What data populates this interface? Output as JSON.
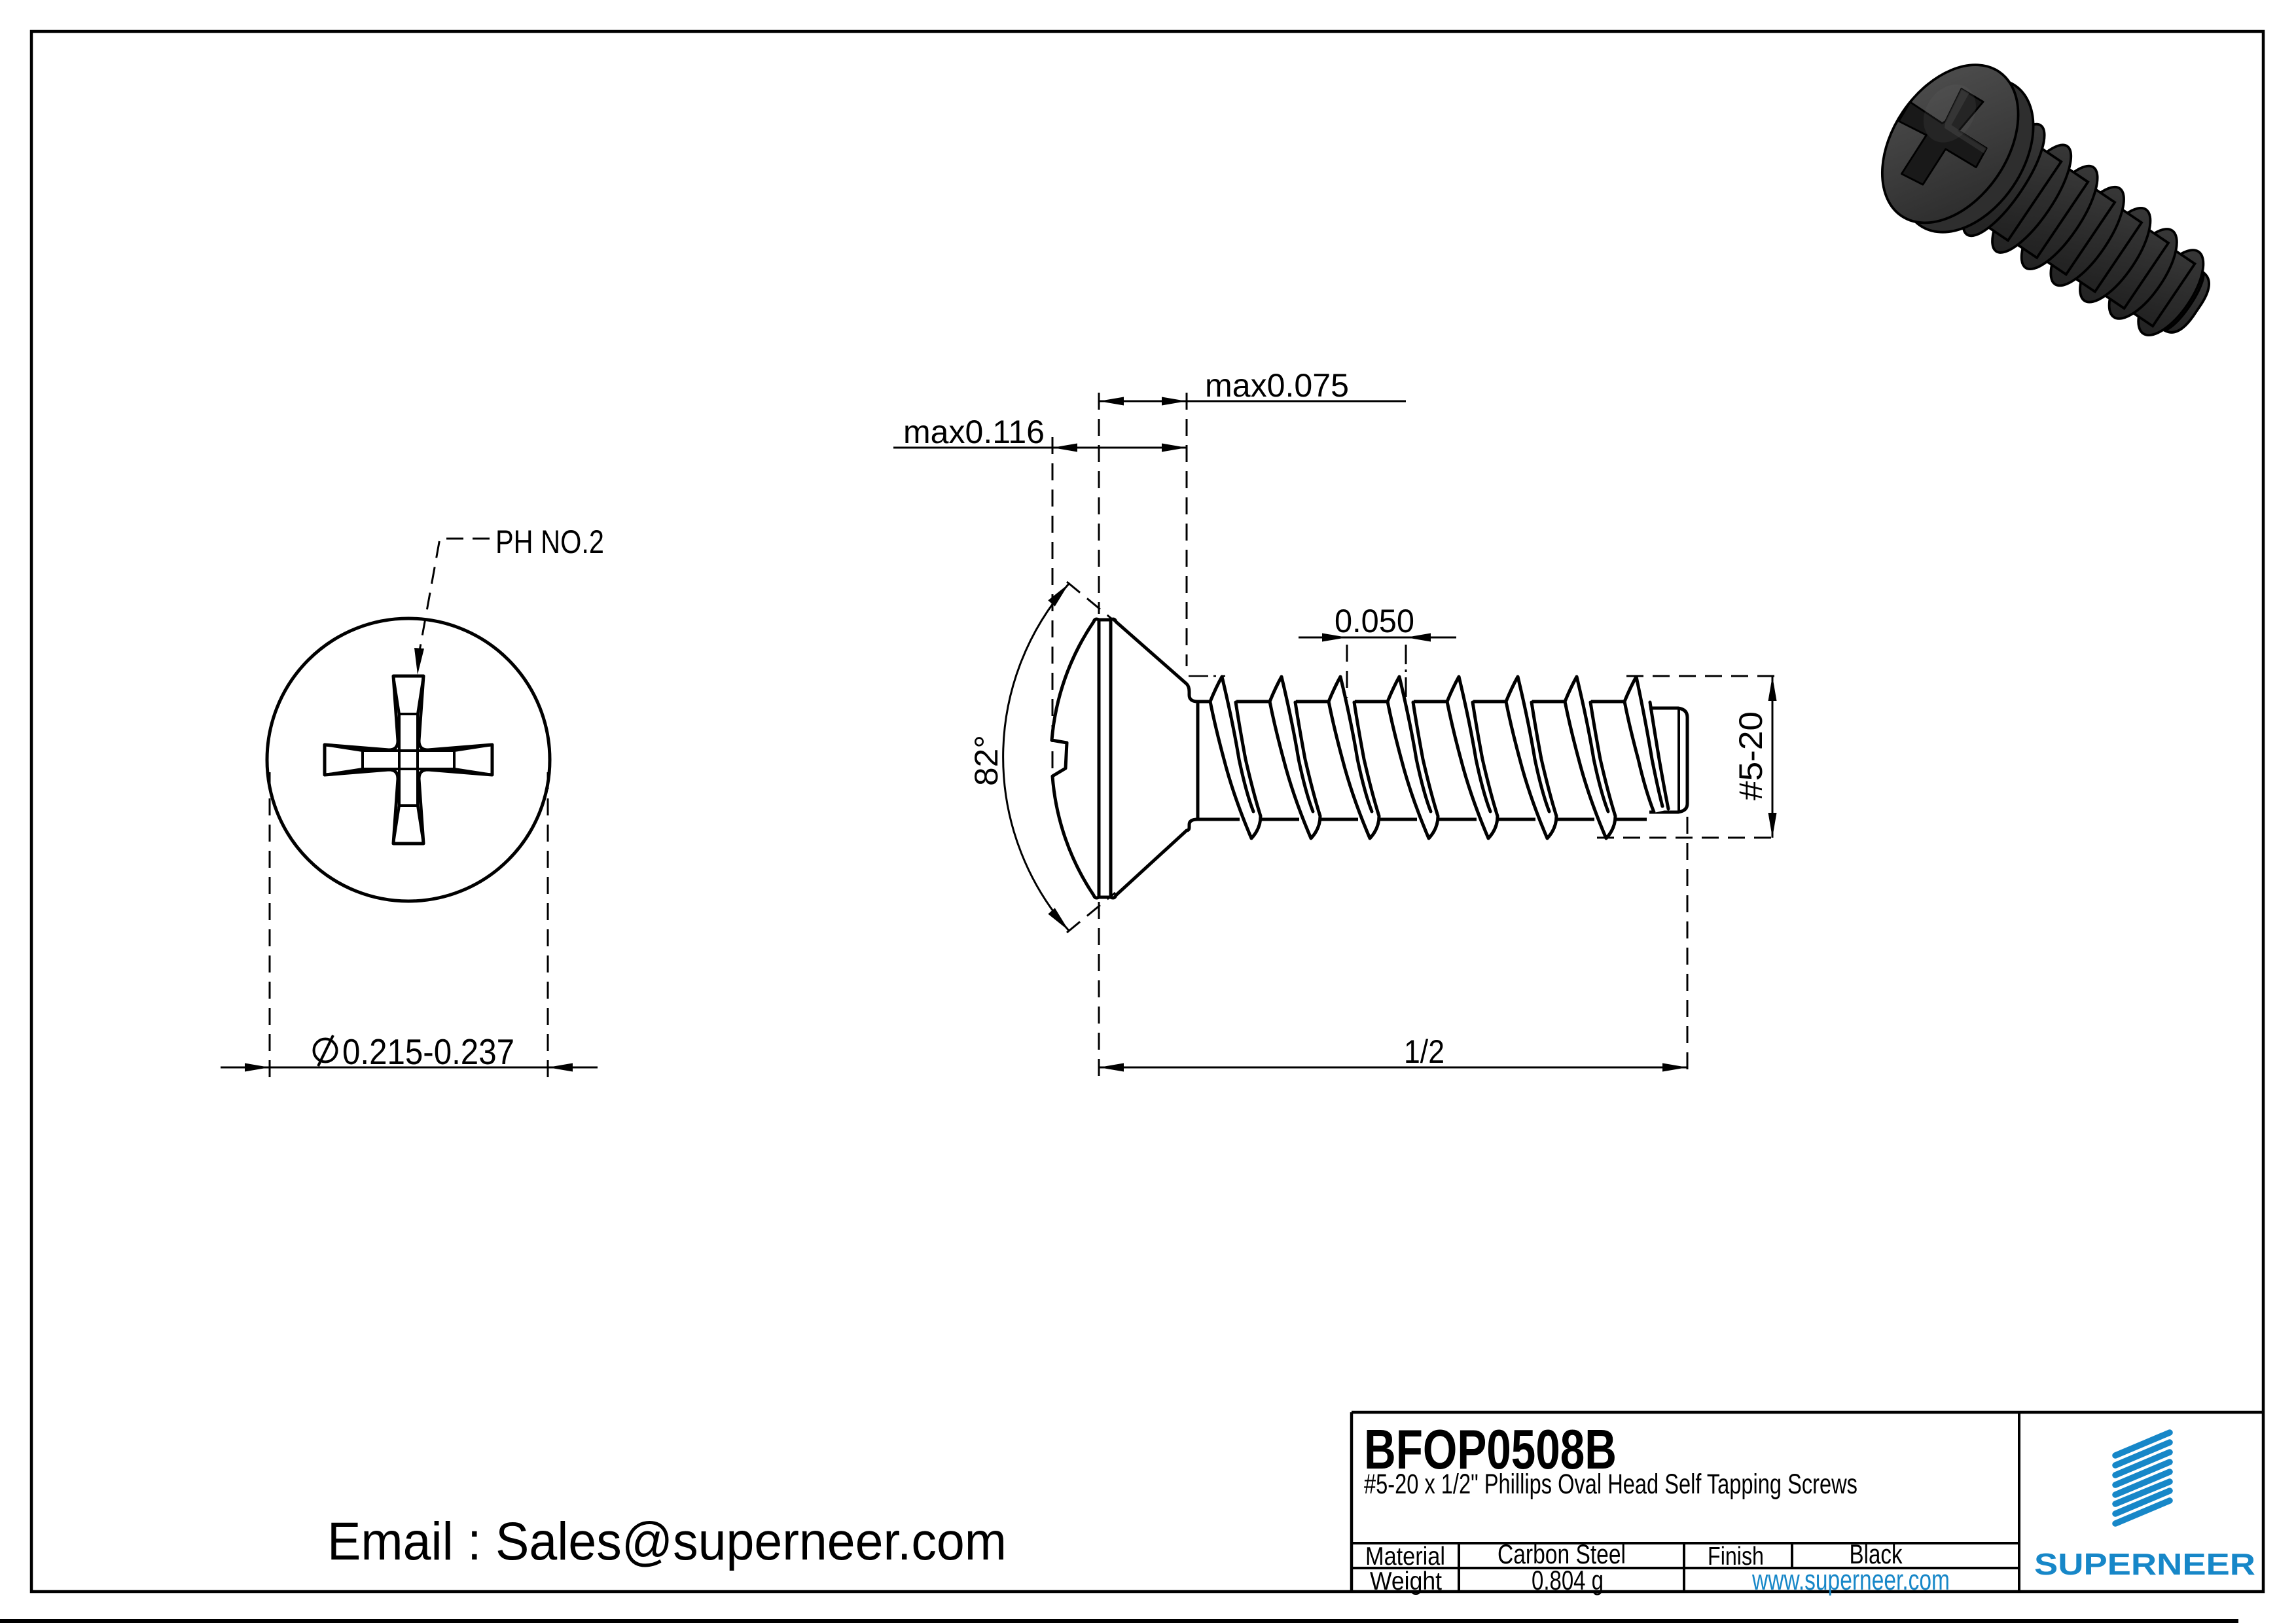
{
  "document": {
    "type": "technical drawing",
    "title": "BFOP0508B",
    "background": "#ffffff",
    "line_color": "#000000",
    "accent_blue": "#1787C8"
  },
  "views": {
    "front_view": {
      "drive_label": "PH NO.2",
      "head_diameter": "0.215-0.237",
      "diameter_symbol": "⌀"
    },
    "side_view": {
      "head_height_max": "max0.116",
      "head_side_height_max": "max0.075",
      "thread_pitch": "0.050",
      "countersink_angle": "82°",
      "thread_size": "#5-20",
      "length": "1/2"
    }
  },
  "title_block": {
    "part_number": "BFOP0508B",
    "description": "#5-20 x 1/2\" Phillips Oval Head Self Tapping Screws",
    "material_label": "Material",
    "material_value": "Carbon Steel",
    "finish_label": "Finish",
    "finish_value": "Black",
    "weight_label": "Weight",
    "weight_value": "0.804 g",
    "website": "www.superneer.com",
    "brand": "SUPERNEER"
  },
  "footer": {
    "email": "Email : Sales@superneer.com"
  }
}
